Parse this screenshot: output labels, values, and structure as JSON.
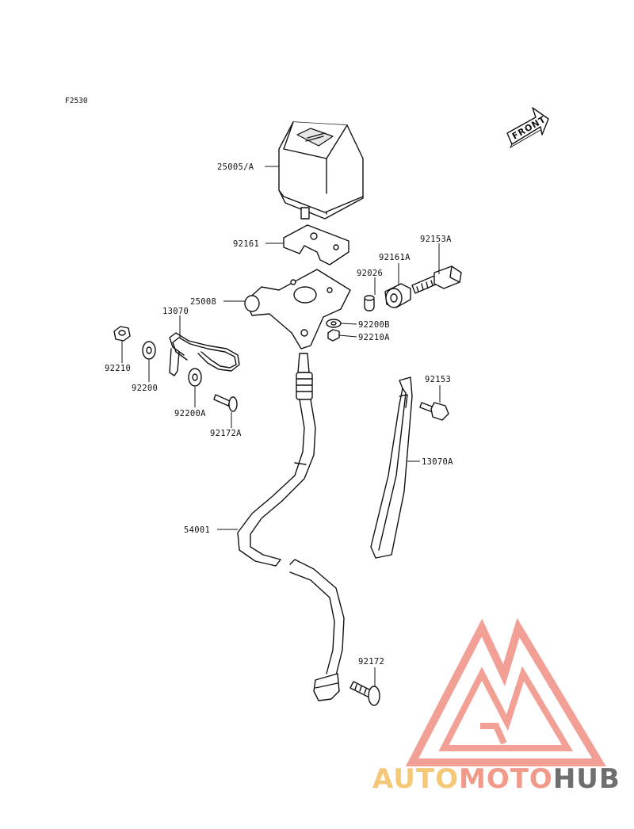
{
  "figure_code": "F2530",
  "front_label": "FRONT",
  "watermark": {
    "part1": "AUTO",
    "part2": "MOTO",
    "part3": "HUB",
    "color1": "#f5c878",
    "color2": "#f19a8a",
    "color3": "#6e6e6e",
    "logo_color": "#f08f84"
  },
  "parts": [
    {
      "id": "p1",
      "number": "25005/A"
    },
    {
      "id": "p2",
      "number": "92161"
    },
    {
      "id": "p3",
      "number": "92153A"
    },
    {
      "id": "p4",
      "number": "92161A"
    },
    {
      "id": "p5",
      "number": "92026"
    },
    {
      "id": "p6",
      "number": "25008"
    },
    {
      "id": "p7",
      "number": "13070"
    },
    {
      "id": "p8",
      "number": "92200B"
    },
    {
      "id": "p9",
      "number": "92210A"
    },
    {
      "id": "p10",
      "number": "92210"
    },
    {
      "id": "p11",
      "number": "92200"
    },
    {
      "id": "p12",
      "number": "92200A"
    },
    {
      "id": "p13",
      "number": "92172A"
    },
    {
      "id": "p14",
      "number": "92153"
    },
    {
      "id": "p15",
      "number": "13070A"
    },
    {
      "id": "p16",
      "number": "54001"
    },
    {
      "id": "p17",
      "number": "92172"
    }
  ]
}
